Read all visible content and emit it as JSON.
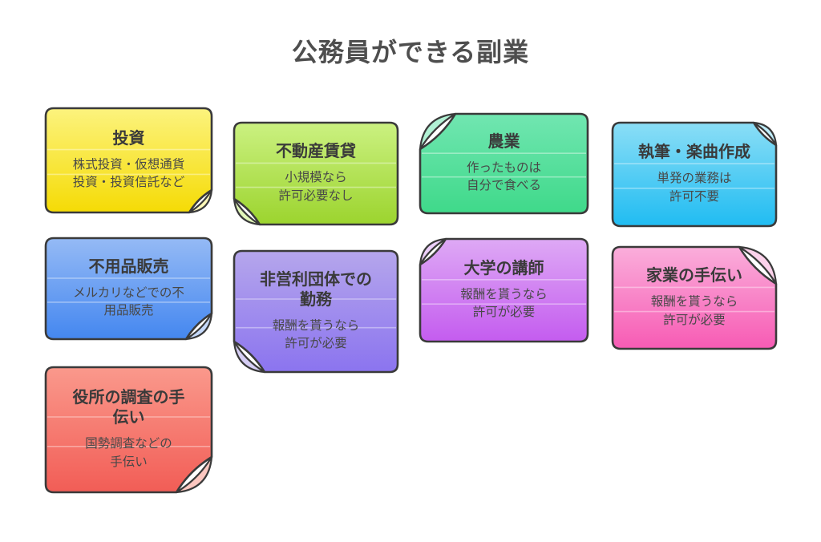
{
  "page": {
    "title": "公務員ができる副業",
    "background_color": "#ffffff",
    "outline_color": "#3a3a3a"
  },
  "notes": [
    {
      "id": "investment",
      "title": "投資",
      "body": "株式投資・仮想通貨\n投資・投資信託など",
      "color_top": "#FCF37E",
      "color_bottom": "#F5DB05",
      "curl_corner": "br",
      "curl_size": 28
    },
    {
      "id": "real-estate-rental",
      "title": "不動産賃貸",
      "body": "小規模なら\n許可必要なし",
      "color_top": "#CBF181",
      "color_bottom": "#9CD42E",
      "curl_corner": "bl",
      "curl_size": 32
    },
    {
      "id": "agriculture",
      "title": "農業",
      "body": "作ったものは\n自分で食べる",
      "color_top": "#71E6B1",
      "color_bottom": "#3FD98A",
      "curl_corner": "tl",
      "curl_size": 44
    },
    {
      "id": "writing-music-composition",
      "title": "執筆・楽曲作成",
      "body": "単発の業務は\n許可不要",
      "color_top": "#8BDEF6",
      "color_bottom": "#20BCF2",
      "curl_corner": "tr",
      "curl_size": 28
    },
    {
      "id": "selling-unused-items",
      "title": "不用品販売",
      "body": "メルカリなどでの不\n用品販売",
      "color_top": "#95BAF5",
      "color_bottom": "#4487F0",
      "curl_corner": "br",
      "curl_size": 32
    },
    {
      "id": "nonprofit-work",
      "title": "非営利団体での\n勤務",
      "body": "報酬を貰うなら\n許可が必要",
      "color_top": "#B5A6EC",
      "color_bottom": "#8B74EF",
      "curl_corner": "bl",
      "curl_size": 38
    },
    {
      "id": "university-lecturer",
      "title": "大学の講師",
      "body": "報酬を貰うなら\n許可が必要",
      "color_top": "#DEA9F5",
      "color_bottom": "#C45CEF",
      "curl_corner": "tl",
      "curl_size": 32
    },
    {
      "id": "family-business-help",
      "title": "家業の手伝い",
      "body": "報酬を貰うなら\n許可が必要",
      "color_top": "#FAAEDB",
      "color_bottom": "#F75BB4",
      "curl_corner": "tr",
      "curl_size": 46
    },
    {
      "id": "government-survey-help",
      "title": "役所の調査の手\n伝い",
      "body": "国勢調査などの\n手伝い",
      "color_top": "#FA998C",
      "color_bottom": "#F25D56",
      "curl_corner": "br",
      "curl_size": 44
    }
  ]
}
